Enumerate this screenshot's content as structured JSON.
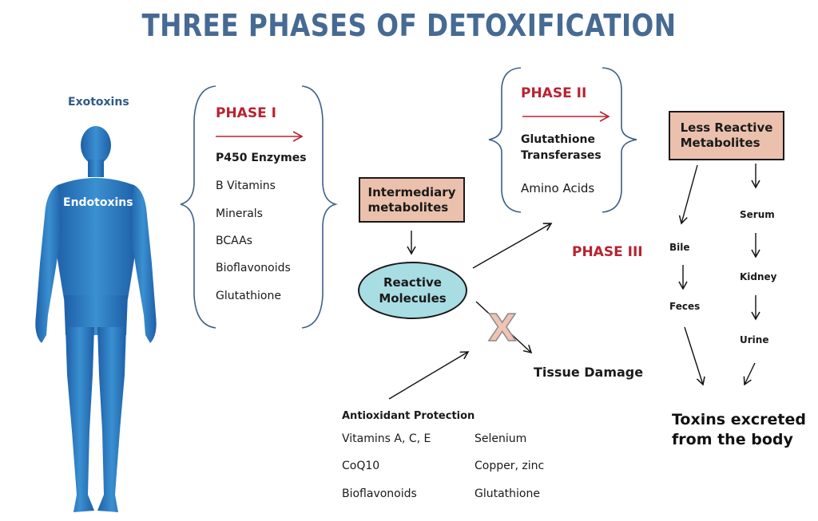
{
  "title": "THREE PHASES OF DETOXIFICATION",
  "colors": {
    "title": "#466a93",
    "phase_label": "#b82330",
    "box_fill": "#ebc0ad",
    "ellipse_fill": "#a8dde4",
    "body_figure": "#1f6fb5",
    "brace": "#3d5f87"
  },
  "body": {
    "exotoxins": "Exotoxins",
    "endotoxins": "Endotoxins"
  },
  "phase1": {
    "label": "PHASE I",
    "items": [
      "P450 Enzymes",
      "B Vitamins",
      "Minerals",
      "BCAAs",
      "Bioflavonoids",
      "Glutathione"
    ]
  },
  "intermediary": {
    "line1": "Intermediary",
    "line2": "metabolites"
  },
  "reactive": {
    "line1": "Reactive",
    "line2": "Molecules"
  },
  "phase2": {
    "label": "PHASE II",
    "item_bold_line1": "Glutathione",
    "item_bold_line2": "Transferases",
    "item": "Amino Acids"
  },
  "phase3": {
    "label": "PHASE III"
  },
  "blocked_symbol": "X",
  "tissue_damage": "Tissue Damage",
  "antioxidant": {
    "heading": "Antioxidant Protection",
    "col1": [
      "Vitamins A, C, E",
      "CoQ10",
      "Bioflavonoids"
    ],
    "col2": [
      "Selenium",
      "Copper, zinc",
      "Glutathione"
    ]
  },
  "less_reactive": {
    "line1": "Less Reactive",
    "line2": "Metabolites"
  },
  "excretion": {
    "left_path": [
      "Bile",
      "Feces"
    ],
    "right_path": [
      "Serum",
      "Kidney",
      "Urine"
    ],
    "final_line1": "Toxins excreted",
    "final_line2": "from the body"
  }
}
